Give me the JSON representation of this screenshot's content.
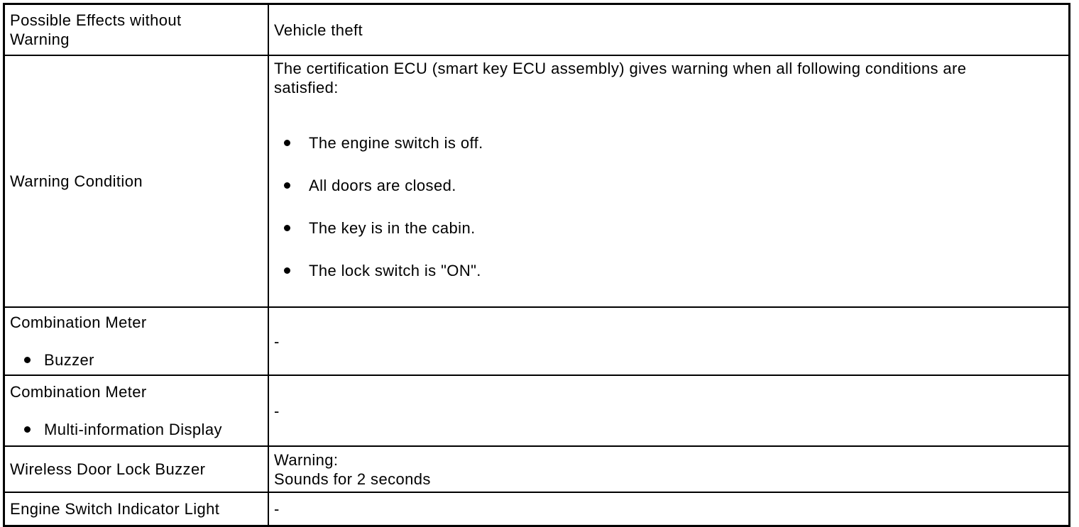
{
  "colors": {
    "border": "#000000",
    "text": "#000000",
    "background": "#ffffff"
  },
  "table": {
    "rows": [
      {
        "label": "Possible Effects without\nWarning",
        "value": "Vehicle theft"
      },
      {
        "label": "Warning Condition",
        "value_intro": "The certification ECU (smart key ECU assembly) gives warning when all following conditions are\nsatisfied:",
        "value_bullets": [
          "The engine switch is off.",
          "All doors are closed.",
          "The key is in the cabin.",
          "The lock switch is \"ON\"."
        ]
      },
      {
        "label": "Combination Meter",
        "label_bullets": [
          "Buzzer"
        ],
        "value": "-"
      },
      {
        "label": "Combination Meter",
        "label_bullets": [
          "Multi-information Display"
        ],
        "value": "-"
      },
      {
        "label": "Wireless Door Lock Buzzer",
        "value": "Warning:\nSounds for 2 seconds"
      },
      {
        "label": "Engine Switch Indicator Light",
        "value": "-"
      }
    ]
  }
}
